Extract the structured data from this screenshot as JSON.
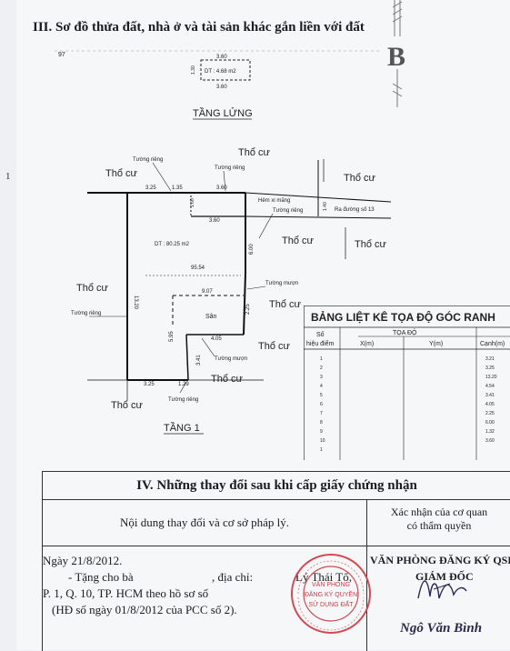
{
  "section3": {
    "title": "III. Sơ đồ thửa đất, nhà ở và tài sản khác gắn liền với đất"
  },
  "corner_mark": "97",
  "margin_mark": "1",
  "mezzanine": {
    "dim_top": "3.60",
    "dim_bottom": "3.60",
    "dim_side": "1.30",
    "area": "DT : 4.68 m2",
    "title": "TẦNG LỬNG"
  },
  "ground_floor": {
    "title": "TẦNG 1",
    "area": "DT : 80.25 m2",
    "inner_value": "95.54",
    "yard": "Sân",
    "dims": {
      "top_a": "3.25",
      "top_b": "1.35",
      "top_c": "3.60",
      "side_a": "1.60",
      "side_b": "3.60",
      "right_upper": "6.00",
      "left_long": "13.20",
      "mid_inner": "9.07",
      "right_mid": "2.25",
      "inner_b": "4.05",
      "inner_c": "3.41",
      "inner_left": "5.95",
      "bottom_a": "3.25",
      "bottom_b": "1.29",
      "right_small": "1.40"
    },
    "labels": {
      "neighbor": "Thổ cư",
      "own_wall": "Tường riêng",
      "borrowed_wall": "Tường mượn",
      "alley": "Hẻm xi măng",
      "road": "Ra đường số 13"
    }
  },
  "coord_table": {
    "title": "BẢNG LIỆT KÊ TỌA ĐỘ GÓC RANH",
    "col_so": "Số",
    "col_hieu_diem": "hiệu điểm",
    "col_toa_do": "TỌA ĐỘ",
    "col_x": "X(m)",
    "col_y": "Y(m)",
    "col_canh": "Cạnh(m)",
    "rows": [
      {
        "no": "1",
        "edge": "3.21"
      },
      {
        "no": "2",
        "edge": "3.25"
      },
      {
        "no": "3",
        "edge": "13.20"
      },
      {
        "no": "4",
        "edge": "4.54"
      },
      {
        "no": "5",
        "edge": "3.41"
      },
      {
        "no": "6",
        "edge": "4.05"
      },
      {
        "no": "7",
        "edge": "2.25"
      },
      {
        "no": "8",
        "edge": "6.00"
      },
      {
        "no": "9",
        "edge": "1.32"
      },
      {
        "no": "10",
        "edge": "3.60"
      },
      {
        "no": "1",
        "edge": ""
      }
    ]
  },
  "section4": {
    "title": "IV. Những thay đổi sau khi cấp giấy chứng nhận",
    "col_content": "Nội dung thay đổi và cơ sở pháp lý.",
    "col_confirm_1": "Xác nhận của cơ quan",
    "col_confirm_2": "có thẩm quyền",
    "date": "Ngày 21/8/2012.",
    "line1_a": "- Tặng cho bà",
    "line1_b": ", địa chỉ:",
    "line1_c": "Lý Thái Tổ,",
    "line2": "P. 1, Q. 10, TP. HCM theo hồ sơ số",
    "line3": "(HĐ số              ngày 01/8/2012 của PCC số 2).",
    "office": "VĂN PHÒNG ĐĂNG KÝ QSDĐ",
    "role": "GIÁM ĐỐC",
    "stamp_text": "VĂN PHÒNG ĐĂNG KÝ QUYỀN SỬ DỤNG ĐẤT",
    "signer": "Ngô Văn Bình"
  }
}
